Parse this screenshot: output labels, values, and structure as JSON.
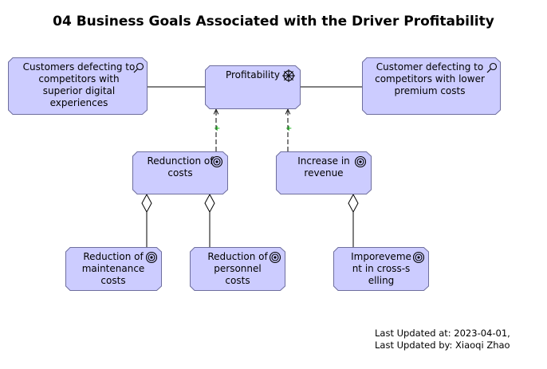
{
  "title": "04 Business Goals Associated with the Driver Profitability",
  "nodes": {
    "customers_defecting_digital": {
      "label": "Customers defecting to competitors with superior digital experiences",
      "icon": "search-icon"
    },
    "profitability": {
      "label": "Profitability",
      "icon": "driver-wheel-icon"
    },
    "customer_defecting_premium": {
      "label": "Customer defecting to competitors with lower premium costs",
      "icon": "search-icon"
    },
    "reduction_of_costs": {
      "label": "Redunction of costs",
      "icon": "target-icon"
    },
    "increase_in_revenue": {
      "label": "Increase in revenue",
      "icon": "target-icon"
    },
    "reduction_maintenance": {
      "label": "Reduction of maintenance costs",
      "icon": "target-icon"
    },
    "reduction_personnel": {
      "label": "Reduction of personnel costs",
      "icon": "target-icon"
    },
    "improvement_cross_selling": {
      "label": "Imporevement in cross-selling",
      "icon": "target-icon"
    }
  },
  "influence_markers": [
    "+",
    "+"
  ],
  "footer": {
    "updated_at": "Last Updated at: 2023-04-01,",
    "updated_by": "Last Updated by: Xiaoqi Zhao"
  },
  "colors": {
    "node_fill": "#CCCCFF",
    "node_stroke": "#6E6E9E",
    "influence_plus": "#00B000"
  }
}
